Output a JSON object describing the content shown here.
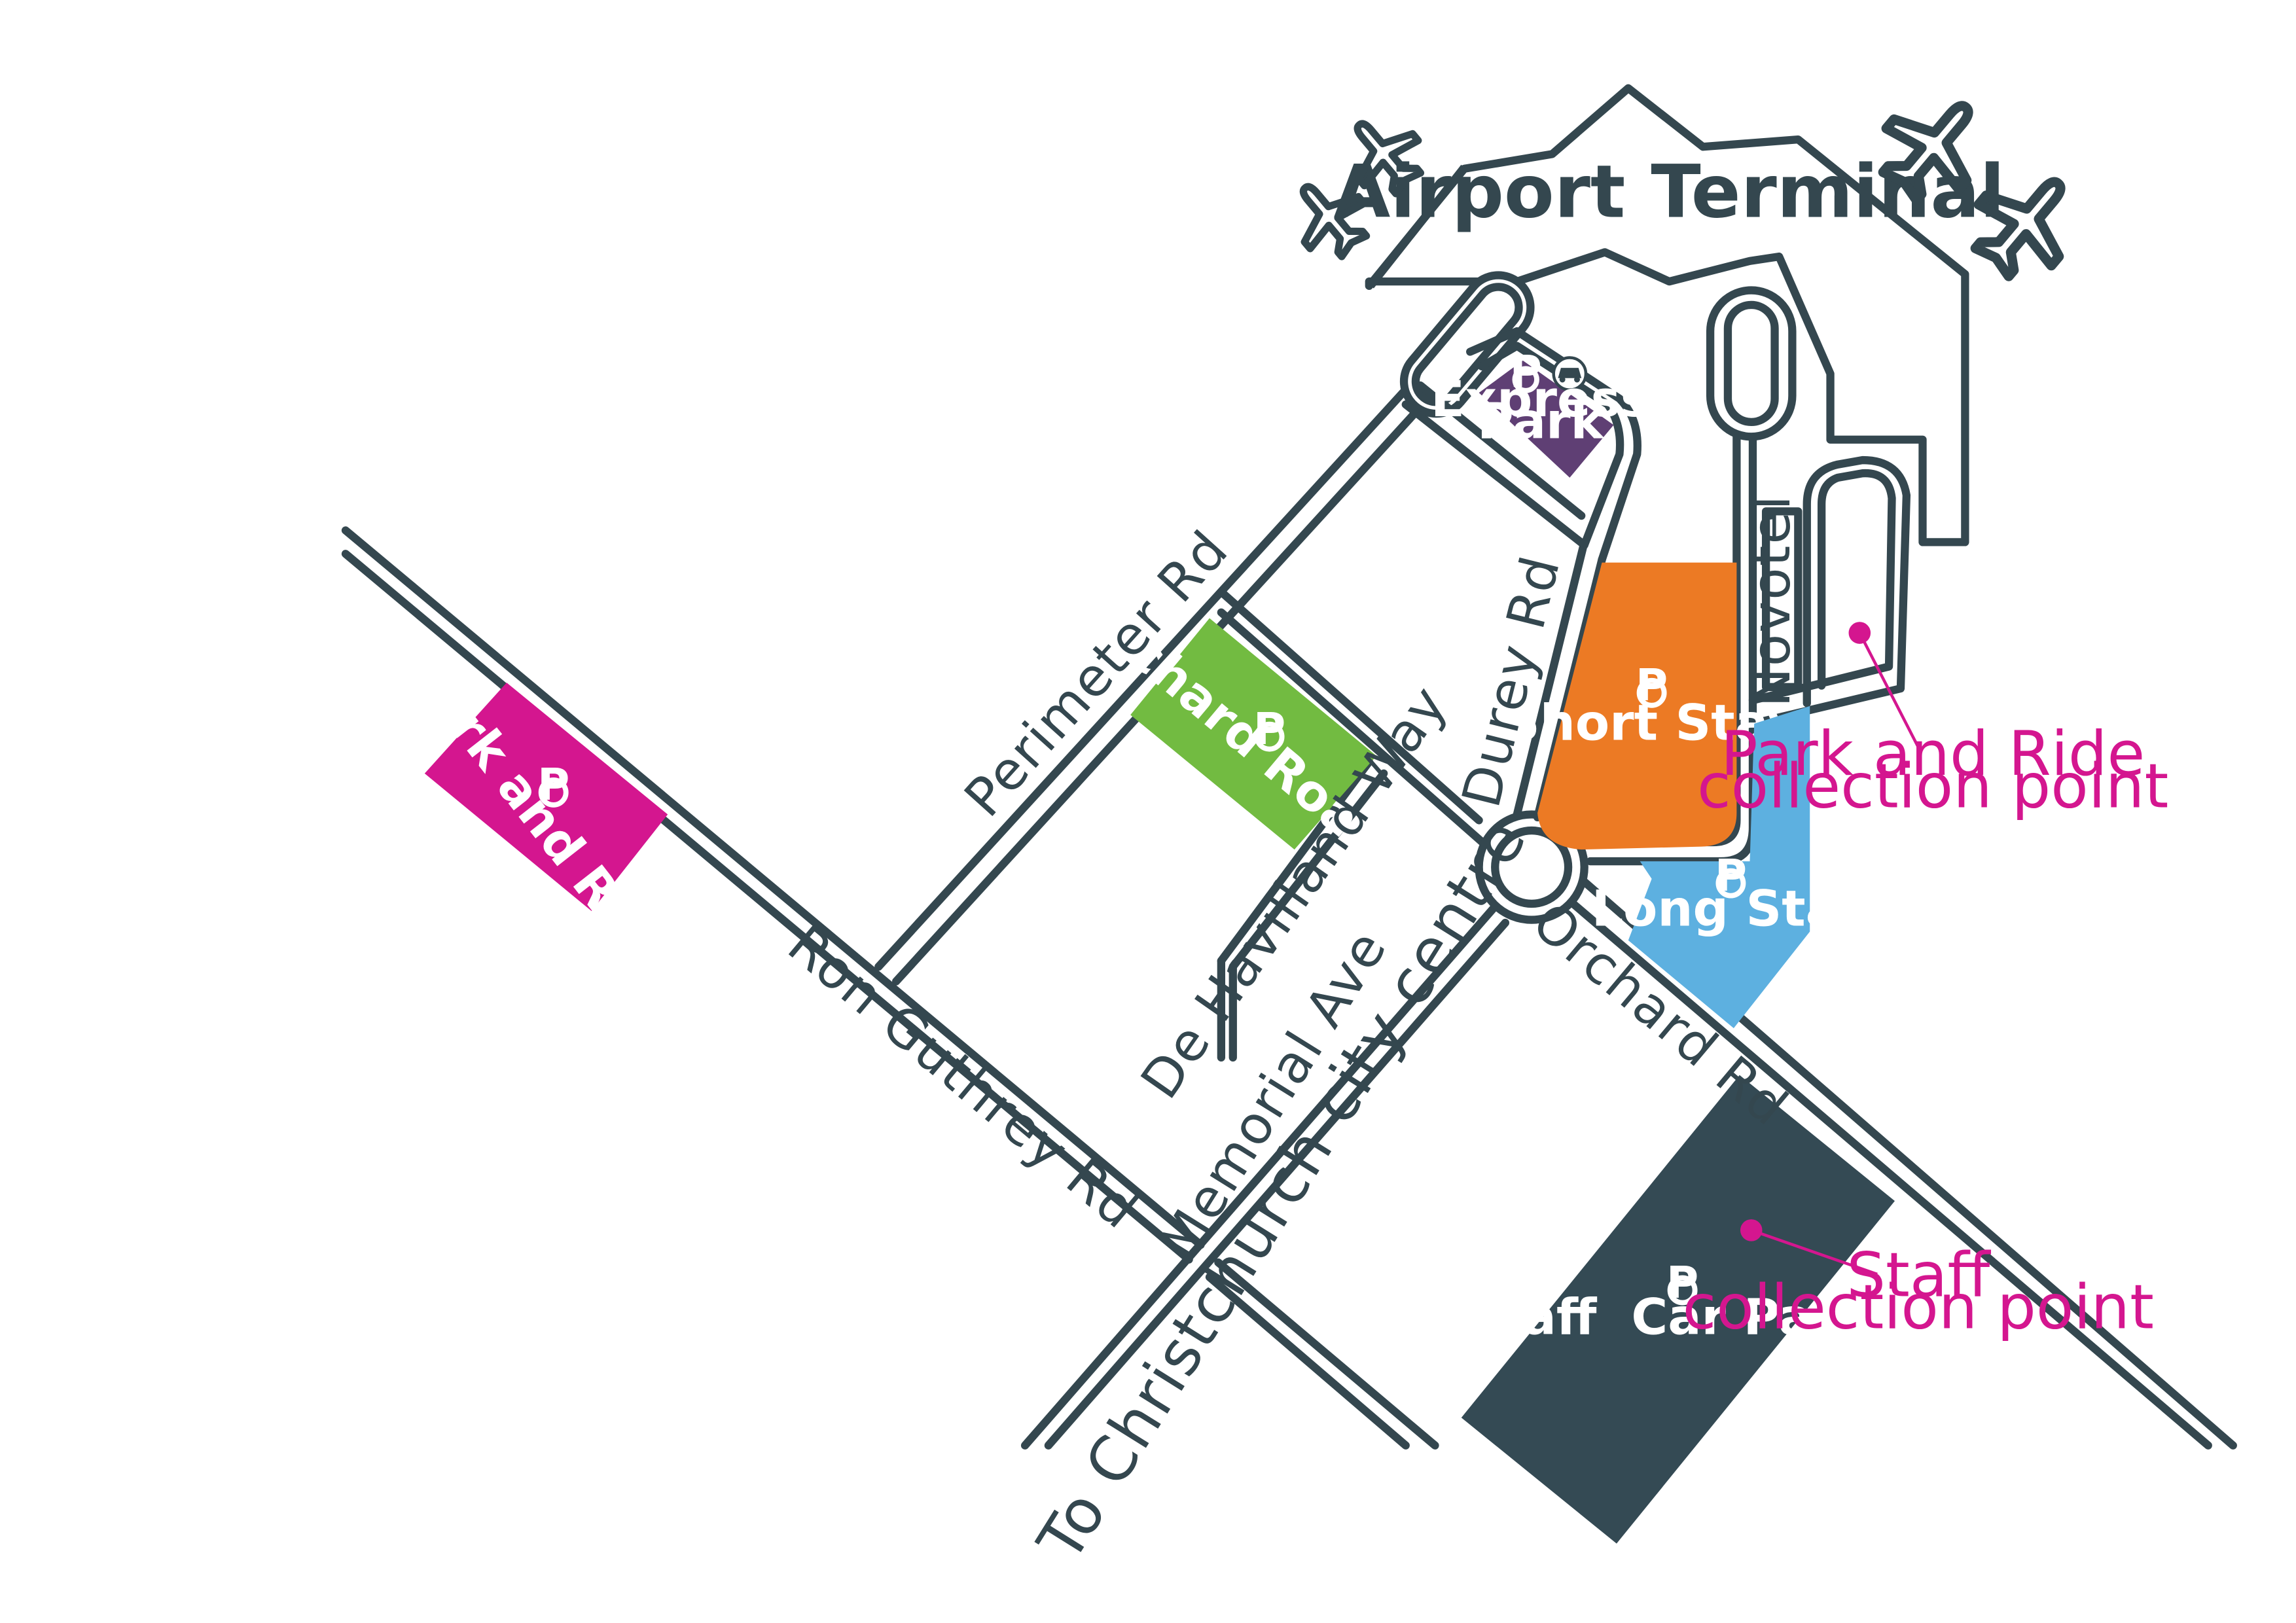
{
  "terminal": {
    "title": "Airport Terminal"
  },
  "roads": {
    "perimeter_rd": "Perimeter Rd",
    "durey_rd": "Durey Rd",
    "novotel": "Novotel",
    "de_havilland_way": "De Havilland Way",
    "memorial_ave": "Memorial Ave",
    "ron_guthrey_rd": "Ron Guthrey Rd",
    "orchard_rd": "Orchard Rd",
    "to_city": "To Christchurch city centre"
  },
  "car_parks": {
    "express_park": {
      "line1": "Express",
      "line2": "Park",
      "color": "#5f3f74",
      "icon": "parking-icon",
      "extra_icon": "car-valet-icon"
    },
    "short_stay": {
      "label": "Short Stay",
      "color": "#ec7a24",
      "icon": "parking-icon"
    },
    "long_stay": {
      "label": "Long Stay",
      "color": "#5db0e0",
      "icon": "parking-icon"
    },
    "orchard_road": {
      "label": "Orchard Road",
      "color": "#72bb41",
      "icon": "parking-icon"
    },
    "park_and_ride": {
      "label": "Park and Ride",
      "color": "#d4168f",
      "icon": "parking-icon"
    },
    "staff_car_park": {
      "label": "Staff  Car Park",
      "color": "#344a54",
      "icon": "parking-icon"
    }
  },
  "parking_symbol": "P",
  "collection_points": {
    "park_and_ride": {
      "line1": "Park and Ride",
      "line2": "collection point",
      "color": "#d4168f"
    },
    "staff": {
      "line1": "Staff",
      "line2": "collection point",
      "color": "#d4168f"
    }
  },
  "colors": {
    "road": "#34474f",
    "background": "#ffffff"
  }
}
